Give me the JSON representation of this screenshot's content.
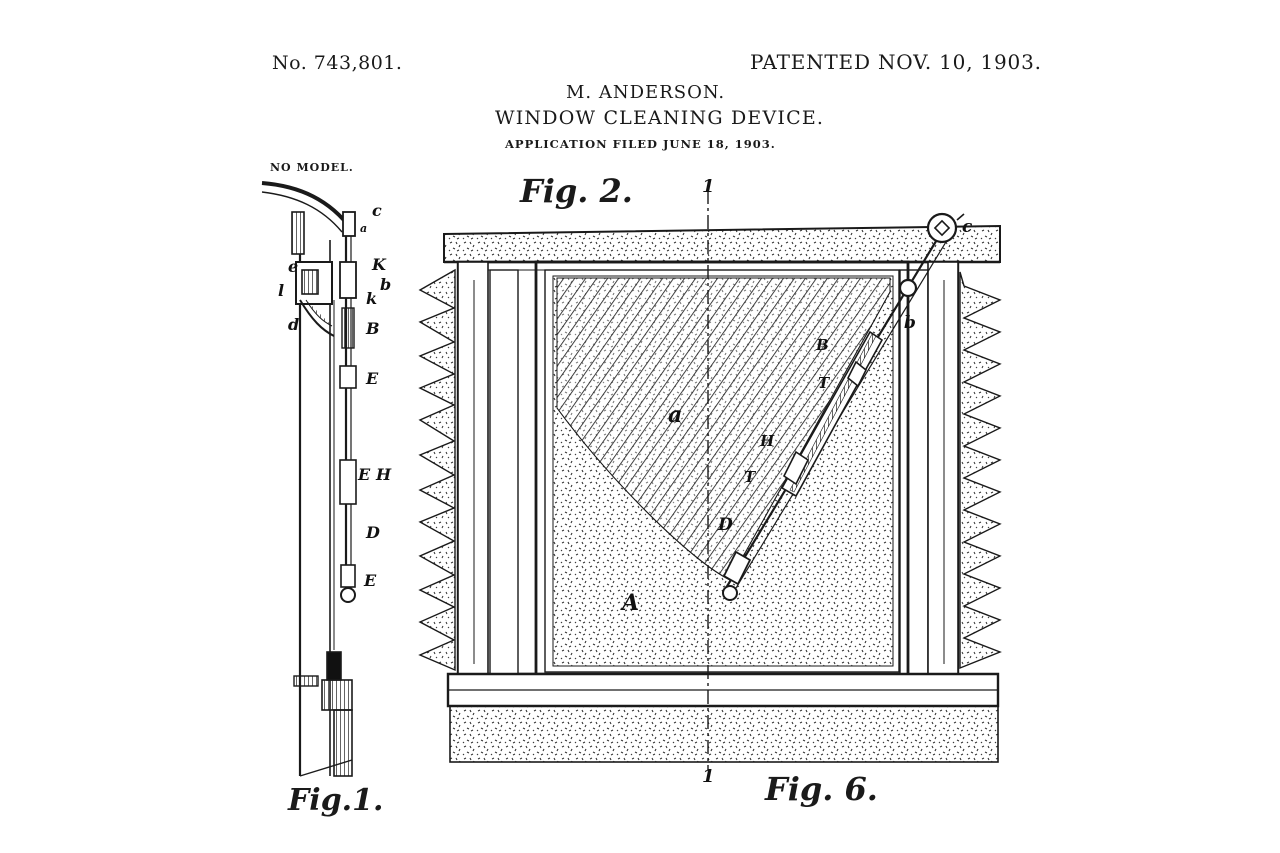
{
  "header": {
    "patent_number": "No. 743,801.",
    "patent_date": "PATENTED NOV. 10, 1903.",
    "inventor": "M. ANDERSON.",
    "title": "WINDOW CLEANING DEVICE.",
    "application_filed": "APPLICATION FILED JUNE 18, 1903.",
    "no_model": "NO MODEL."
  },
  "figures": {
    "fig1_label": "Fig.1.",
    "fig2_label": "Fig. 2.",
    "fig6_label": "Fig. 6."
  },
  "reference_letters": {
    "fig1": [
      "c",
      "a",
      "e",
      "K",
      "b",
      "l",
      "k",
      "d",
      "B",
      "E",
      "E",
      "H",
      "D",
      "E"
    ],
    "main": [
      "1",
      "1",
      "c",
      "b",
      "B",
      "T",
      "a",
      "H",
      "T",
      "D",
      "A"
    ]
  },
  "colors": {
    "ink": "#1a1a1a",
    "paper": "#ffffff"
  }
}
